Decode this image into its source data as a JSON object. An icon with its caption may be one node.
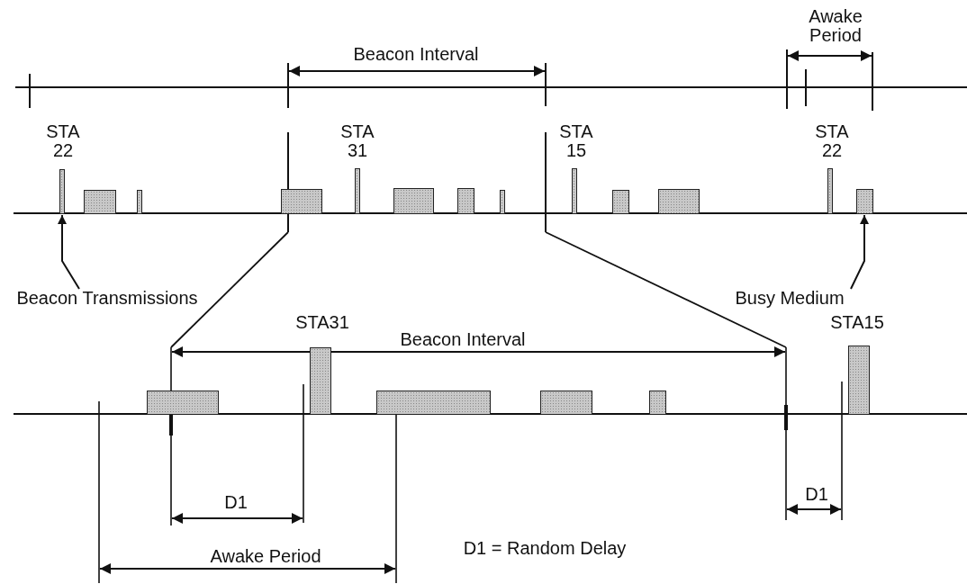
{
  "diagram": {
    "nodes": [
      {
        "text": [
          "Beacon Transmissions"
        ]
      },
      {
        "text": [],
        "shape": "bar"
      },
      {
        "text": [
          "Busy Medium"
        ]
      },
      {
        "text": [],
        "shape": "bar"
      }
    ],
    "edges": [
      {
        "from": 0,
        "to": 1,
        "arrow": "to"
      },
      {
        "from": 2,
        "to": 3,
        "arrow": "to"
      }
    ],
    "labels": [
      "Beacon Interval",
      "Awake Period",
      "STA 22",
      "STA 31",
      "STA 15",
      "STA 22",
      "STA31",
      "Beacon Interval",
      "STA15",
      "D1",
      "D1",
      "Awake Period",
      "D1 = Random Delay"
    ]
  }
}
